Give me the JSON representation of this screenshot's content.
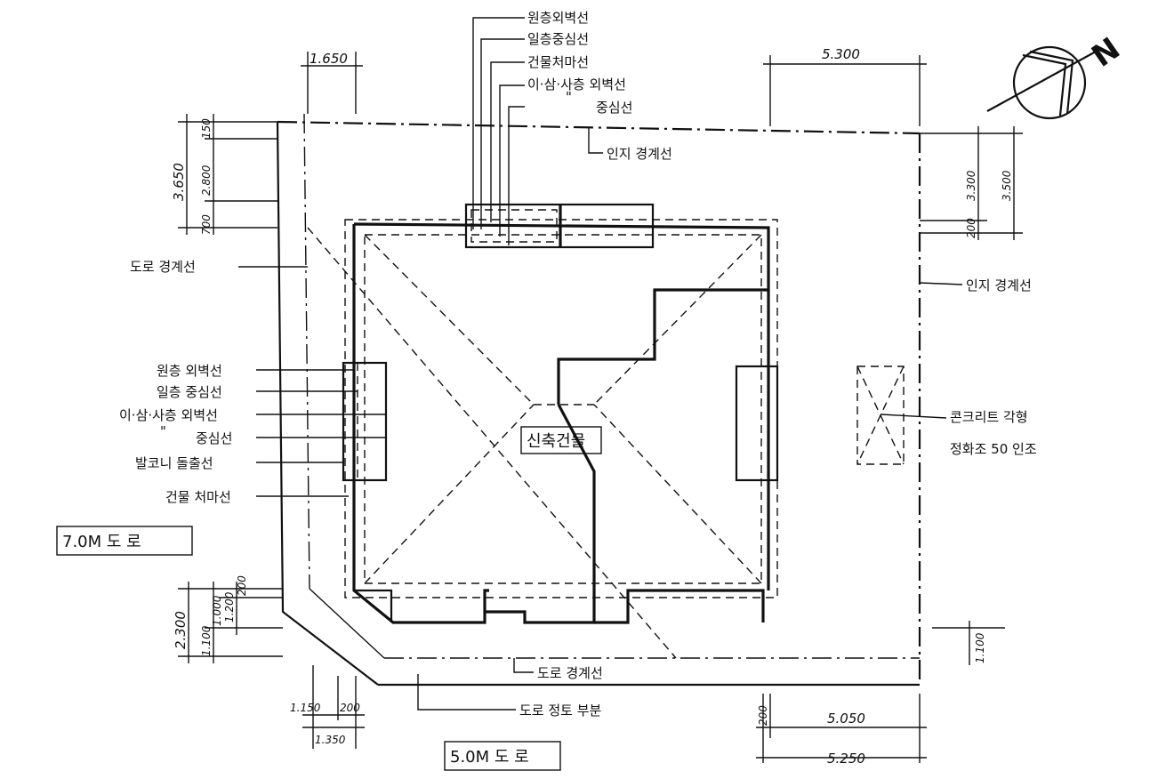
{
  "north_label": "N",
  "dimensions": {
    "top_left_setback": "1.650",
    "top_right_width": "5.300",
    "left_v_150": "150",
    "left_v_2800": "2.800",
    "left_v_700": "700",
    "left_v_3650": "3.650",
    "right_v_3300": "3.300",
    "right_v_200": "200",
    "right_v_3500": "3.500",
    "bl_v_200": "200",
    "bl_v_1200": "1.200",
    "bl_v_1000": "1.000",
    "bl_v_2300": "2.300",
    "bl_v_1100": "1.100",
    "bottom_1150": "1.150",
    "bottom_200a": "200",
    "bottom_1350": "1.350",
    "br_200": "200",
    "br_5050": "5.050",
    "br_5250": "5.250",
    "br_v_1100": "1.100"
  },
  "top_labels": [
    "원층외벽선",
    "일층중심선",
    "건물처마선",
    "이·삼·사층 외벽선",
    "\"",
    "중심선"
  ],
  "boundary_labels": {
    "top": "인지 경계선",
    "right": "인지 경계선",
    "left_road": "도로 경계선",
    "bottom_road": "도로 경계선",
    "corner_cut": "도로 정토 부분"
  },
  "left_labels": [
    "원층 외벽선",
    "일층 중심선",
    "이·삼·사층 외벽선",
    "\"",
    "중심선",
    "발코니 돌출선",
    "건물 처마선"
  ],
  "building_label": "신축건물",
  "septic": {
    "line1": "콘크리트 각형",
    "line2": "정화조 50 인조"
  },
  "roads": {
    "west": "7.0M 도 로",
    "south": "5.0M 도 로"
  }
}
